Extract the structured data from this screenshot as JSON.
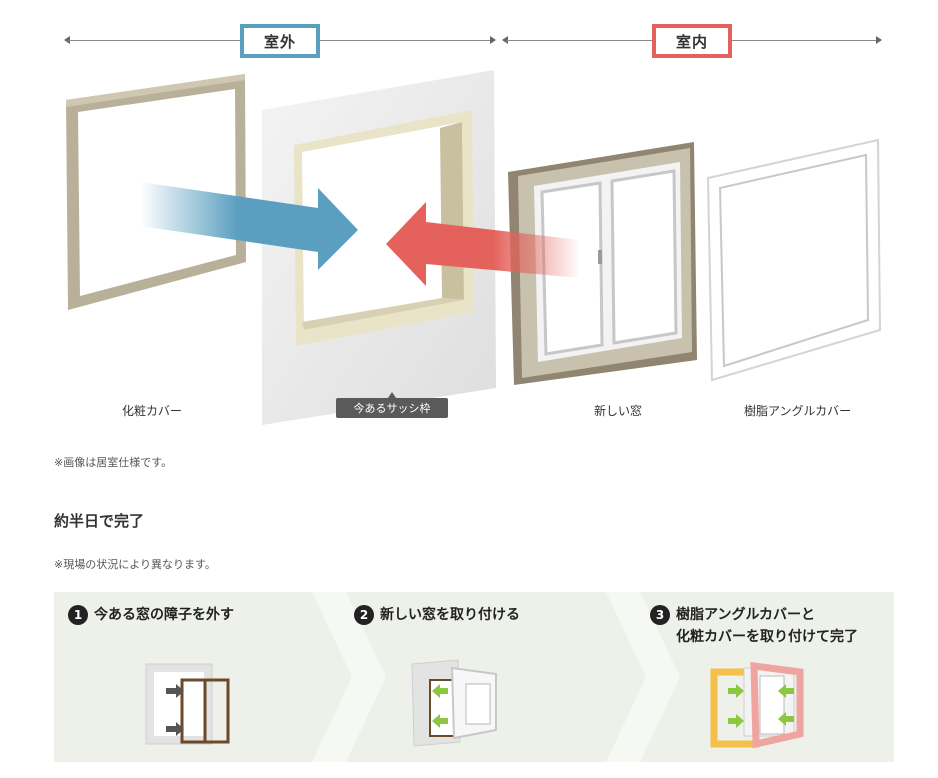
{
  "header": {
    "outdoor_label": "室外",
    "indoor_label": "室内"
  },
  "parts": {
    "decor_cover": "化粧カバー",
    "existing_sash": "今あるサッシ枠",
    "new_window": "新しい窓",
    "resin_angle_cover": "樹脂アングルカバー"
  },
  "notes": {
    "image_note": "※画像は居室仕様です。",
    "site_note": "※現場の状況により異なります。"
  },
  "section": {
    "title": "約半日で完了"
  },
  "steps": [
    {
      "number": "1",
      "line1": "今ある窓の障子を外す",
      "line2": ""
    },
    {
      "number": "2",
      "line1": "新しい窓を取り付ける",
      "line2": ""
    },
    {
      "number": "3",
      "line1": "樹脂アングルカバーと",
      "line2": "化粧カバーを取り付けて完了"
    }
  ],
  "colors": {
    "outdoor": "#5b9fc0",
    "indoor": "#e4625b",
    "band": "#edf1ea",
    "green_arrow": "#8dc63f"
  }
}
